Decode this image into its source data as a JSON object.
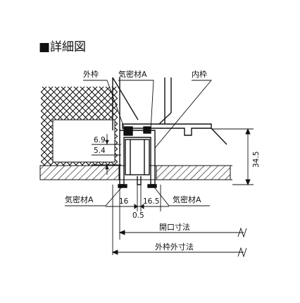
{
  "title": "■詳細図",
  "labels": {
    "outer_frame": "外枠",
    "seal_top": "気密材A",
    "inner_frame": "内枠",
    "seal_bottom_left": "気密材A",
    "seal_bottom_right": "気密材A"
  },
  "dimensions": {
    "d_6_9": "6.9",
    "d_5_4": "5.4",
    "d_34_5": "34.5",
    "d_16": "16",
    "d_16_5": "16.5",
    "d_0_5": "0.5"
  },
  "dimension_lines": {
    "opening": "開口寸法",
    "outer_frame_outer": "外枠外寸法"
  }
}
